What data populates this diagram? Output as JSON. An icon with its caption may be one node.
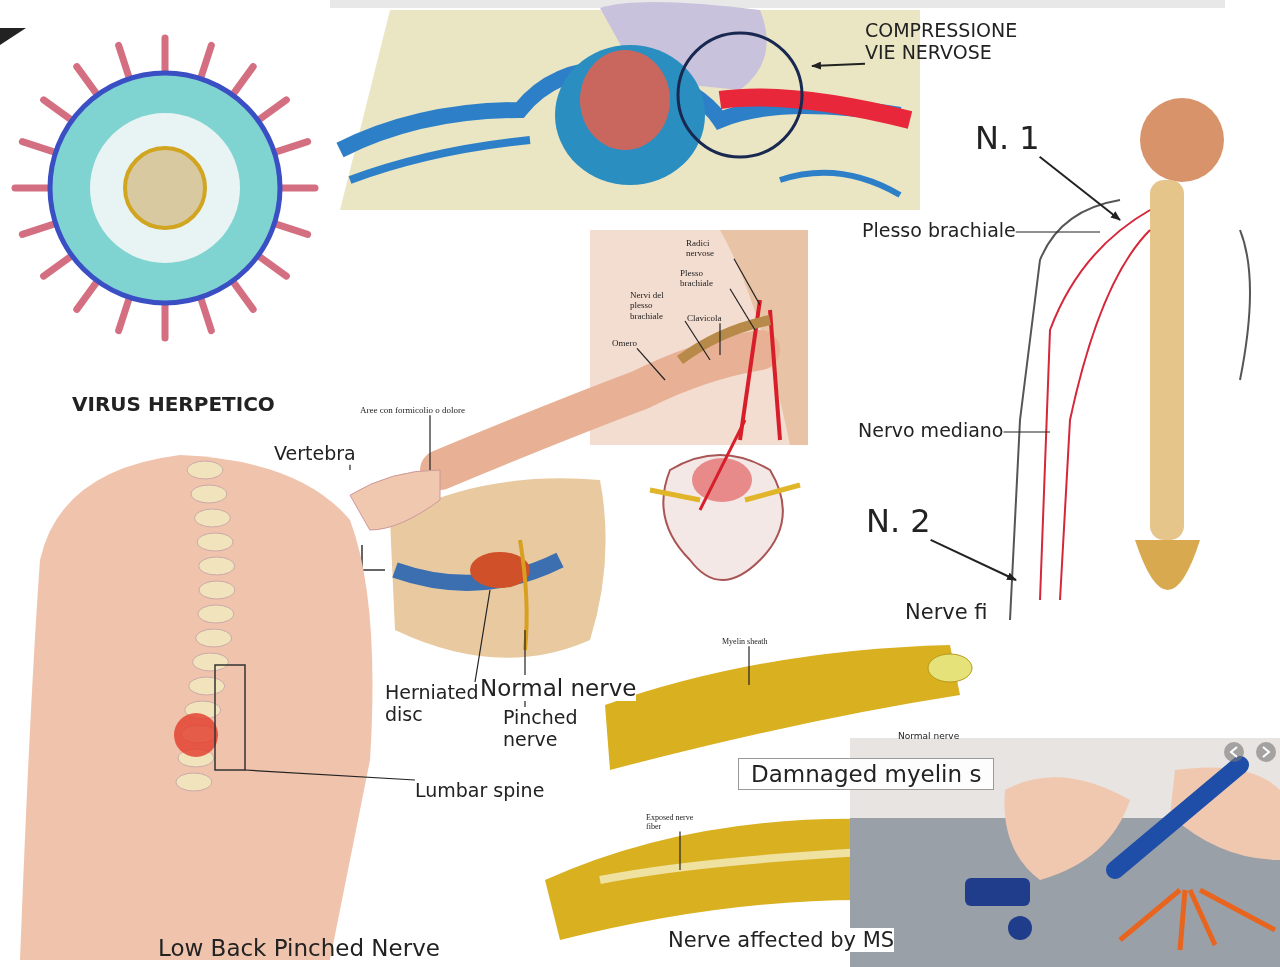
{
  "diagram": {
    "nodes": [
      {
        "text": [
          "COMPRESSIONE VIE NERVOSE"
        ]
      },
      {
        "text": [
          "N. 1"
        ]
      },
      {
        "text": [
          "Plesso brachiale"
        ]
      },
      {
        "text": [
          "Nervo mediano"
        ]
      },
      {
        "text": [
          "N. 2"
        ]
      },
      {
        "text": [
          "Radici nervose"
        ]
      },
      {
        "text": [
          "Plesso brachiale"
        ]
      },
      {
        "text": [
          "Nervi del plesso brachiale"
        ]
      },
      {
        "text": [
          "Clavicola"
        ]
      },
      {
        "text": [
          "Omero"
        ]
      },
      {
        "text": [
          "Aree con formicolio o dolore"
        ]
      },
      {
        "text": [
          "Vertebra"
        ]
      },
      {
        "text": [
          "Herniated disc"
        ]
      },
      {
        "text": [
          "Pinched nerve"
        ]
      },
      {
        "text": [
          "Lumbar spine"
        ]
      },
      {
        "text": [
          "Myelin sheath"
        ]
      },
      {
        "text": [
          "Exposed nerve fiber"
        ]
      },
      {
        "text": [],
        "shape": "box"
      },
      {
        "text": [],
        "shape": "picture"
      }
    ],
    "edges": [
      {
        "from": 0,
        "to": null,
        "arrow": "to"
      },
      {
        "from": 1,
        "to": null,
        "arrow": "to"
      },
      {
        "from": 2,
        "to": null,
        "arrow": "none"
      },
      {
        "from": 3,
        "to": null,
        "arrow": "none"
      },
      {
        "from": 4,
        "to": null,
        "arrow": "to"
      },
      {
        "from": 5,
        "to": null,
        "arrow": "none"
      },
      {
        "from": 6,
        "to": null,
        "arrow": "none"
      },
      {
        "from": 7,
        "to": null,
        "arrow": "none"
      },
      {
        "from": 8,
        "to": null,
        "arrow": "none"
      },
      {
        "from": 9,
        "to": null,
        "arrow": "none"
      },
      {
        "from": 10,
        "to": 18,
        "arrow": "none"
      },
      {
        "from": 11,
        "to": 18,
        "arrow": "none"
      },
      {
        "from": 12,
        "to": null,
        "arrow": "none"
      },
      {
        "from": 13,
        "to": null,
        "arrow": "none"
      },
      {
        "from": 14,
        "to": 17,
        "arrow": "none"
      },
      {
        "from": 15,
        "to": null,
        "arrow": "none"
      },
      {
        "from": 16,
        "to": null,
        "arrow": "none"
      }
    ],
    "labels": [
      "VIRUS HERPETICO",
      "Normal nerve",
      "Nerve fi",
      "Normal nerve",
      "Damnaged myelin s",
      "Nerve affected by MS",
      "Low Back Pinched Nerve"
    ]
  }
}
